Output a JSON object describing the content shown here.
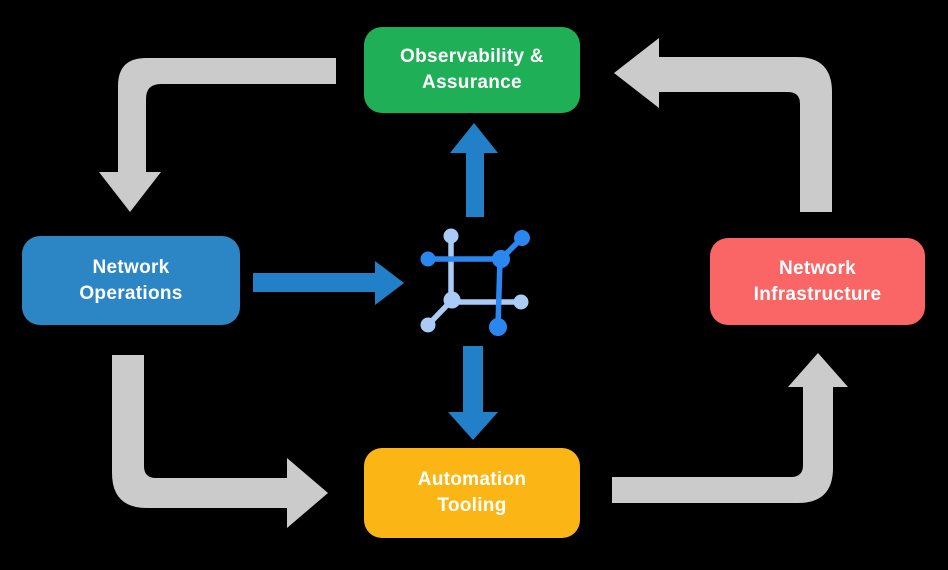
{
  "colors": {
    "background": "#000000",
    "observability_green": "#1FB057",
    "operations_blue": "#2C86C5",
    "infrastructure_red": "#FA6565",
    "tooling_yellow": "#FBB615",
    "cycle_arrow_gray": "#CBCBCB",
    "flow_arrow_blue": "#2180C8",
    "icon_blue_bright": "#2B87F0",
    "icon_blue_light": "#A9CBF5",
    "label_text": "#FFFFFF"
  },
  "nodes": {
    "observability": {
      "label": "Observability & Assurance",
      "lines": [
        "Observability &",
        "Assurance"
      ],
      "color": "#1FB057"
    },
    "operations": {
      "label": "Network Operations",
      "lines": [
        "Network",
        "Operations"
      ],
      "color": "#2C86C5"
    },
    "infrastructure": {
      "label": "Network Infrastructure",
      "lines": [
        "Network",
        "Infrastructure"
      ],
      "color": "#FA6565"
    },
    "tooling": {
      "label": "Automation Tooling",
      "lines": [
        "Automation",
        "Tooling"
      ],
      "color": "#FBB615"
    }
  },
  "center_icon": "network-topology-icon",
  "arrows": {
    "gray_cycle": [
      {
        "name": "observability-to-operations",
        "direction": "left-then-down"
      },
      {
        "name": "infrastructure-to-observability",
        "direction": "up-then-left"
      },
      {
        "name": "operations-to-tooling",
        "direction": "down-then-right"
      },
      {
        "name": "tooling-to-infrastructure",
        "direction": "right-then-up"
      }
    ],
    "blue_flow": [
      {
        "name": "operations-to-center",
        "direction": "right"
      },
      {
        "name": "center-to-observability",
        "direction": "up"
      },
      {
        "name": "center-to-tooling",
        "direction": "down"
      }
    ]
  }
}
